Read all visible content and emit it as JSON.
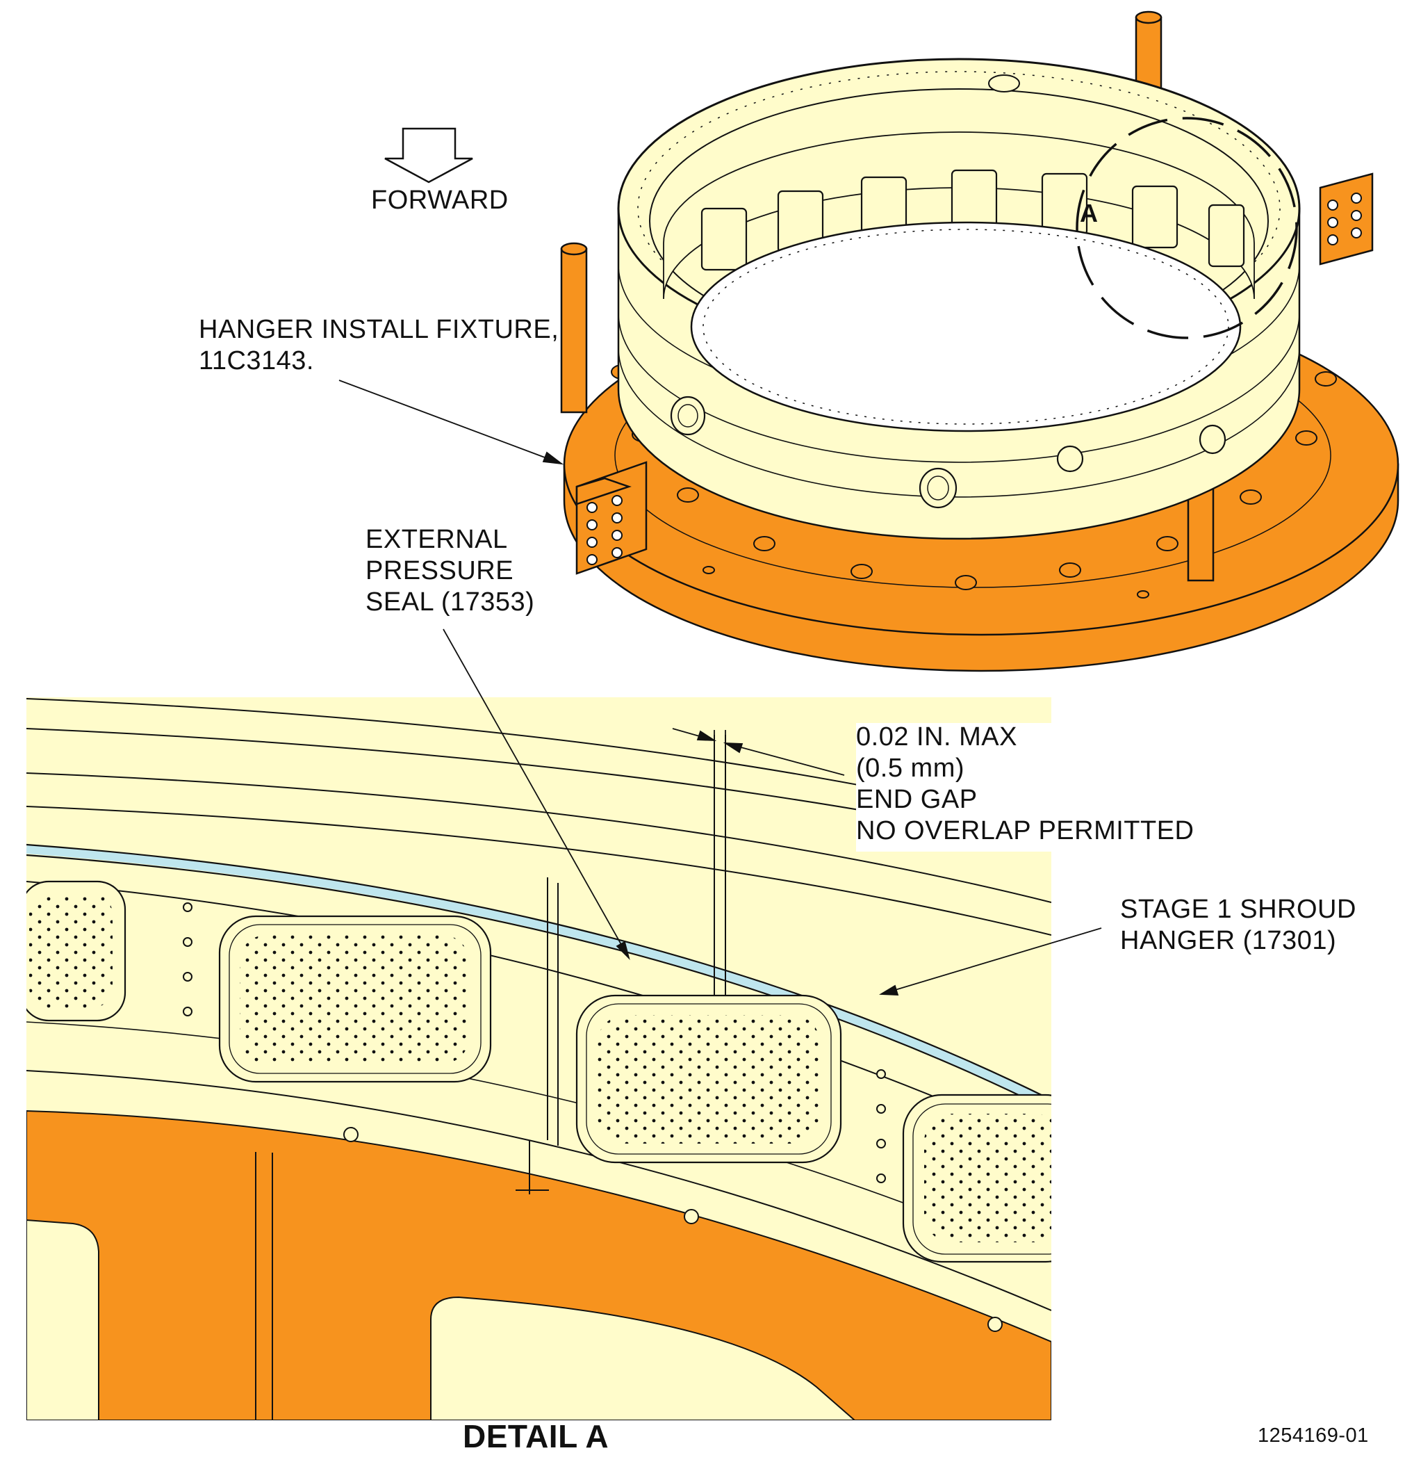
{
  "forward_label": "FORWARD",
  "fixture_callout": [
    "HANGER INSTALL FIXTURE,",
    "11C3143."
  ],
  "seal_callout": [
    "EXTERNAL",
    "PRESSURE",
    "SEAL (17353)"
  ],
  "gap_callout": [
    "0.02 IN. MAX",
    "(0.5 mm)",
    "END GAP",
    "NO OVERLAP PERMITTED"
  ],
  "hanger_callout": [
    "STAGE 1 SHROUD",
    "HANGER (17301)"
  ],
  "detail_letter": "A",
  "detail_title": "DETAIL A",
  "figure_number": "1254169-01",
  "colors": {
    "fixture_orange": "#F7931E",
    "part_cream": "#FFFCCB",
    "seal_blue": "#BFE6EE",
    "line": "#111111"
  }
}
